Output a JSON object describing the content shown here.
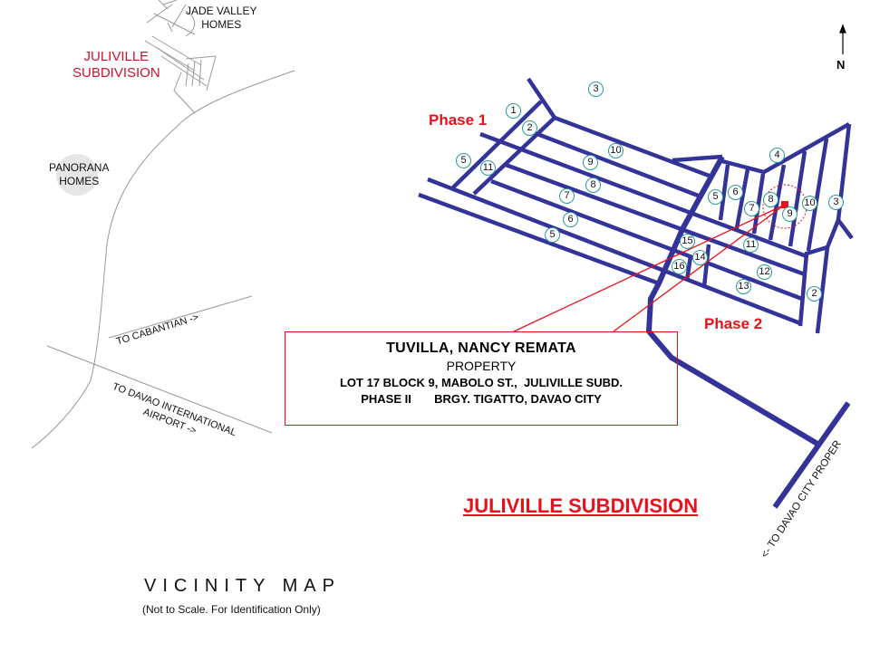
{
  "labels": {
    "jade_valley": "JADE VALLEY\nHOMES",
    "jade_valley_l1": "JADE VALLEY",
    "jade_valley_l2": "HOMES",
    "juliville_small_l1": "JULIVILLE",
    "juliville_small_l2": "SUBDIVISION",
    "panorana_l1": "PANORANA",
    "panorana_l2": "HOMES",
    "to_cabantian": "TO CABANTIAN ->",
    "to_airport_l1": "TO DAVAO INTERNATIONAL",
    "to_airport_l2": "AIRPORT ->",
    "to_city_proper": "<- TO DAVAO CITY PROPER",
    "north": "N",
    "phase1": "Phase 1",
    "phase2": "Phase 2"
  },
  "property_box": {
    "owner": "TUVILLA, NANCY REMATA",
    "type": "PROPERTY",
    "address_l1": "LOT 17 BLOCK 9, MABOLO ST.,  JULIVILLE SUBD.",
    "address_l2": "PHASE II       BRGY. TIGATTO, DAVAO CITY"
  },
  "title": "JULIVILLE SUBDIVISION",
  "footer": {
    "heading": "VICINITY MAP",
    "note": "(Not to Scale. For Identification Only)"
  },
  "blocks": [
    "3",
    "1",
    "2",
    "10",
    "9",
    "5",
    "11",
    "8",
    "7",
    "6",
    "5",
    "4",
    "5",
    "6",
    "7",
    "8",
    "10",
    "9",
    "3",
    "15",
    "11",
    "14",
    "16",
    "12",
    "13",
    "2"
  ],
  "colors": {
    "road": "#33339a",
    "accent": "#e8101a",
    "minor_road": "#999999"
  }
}
